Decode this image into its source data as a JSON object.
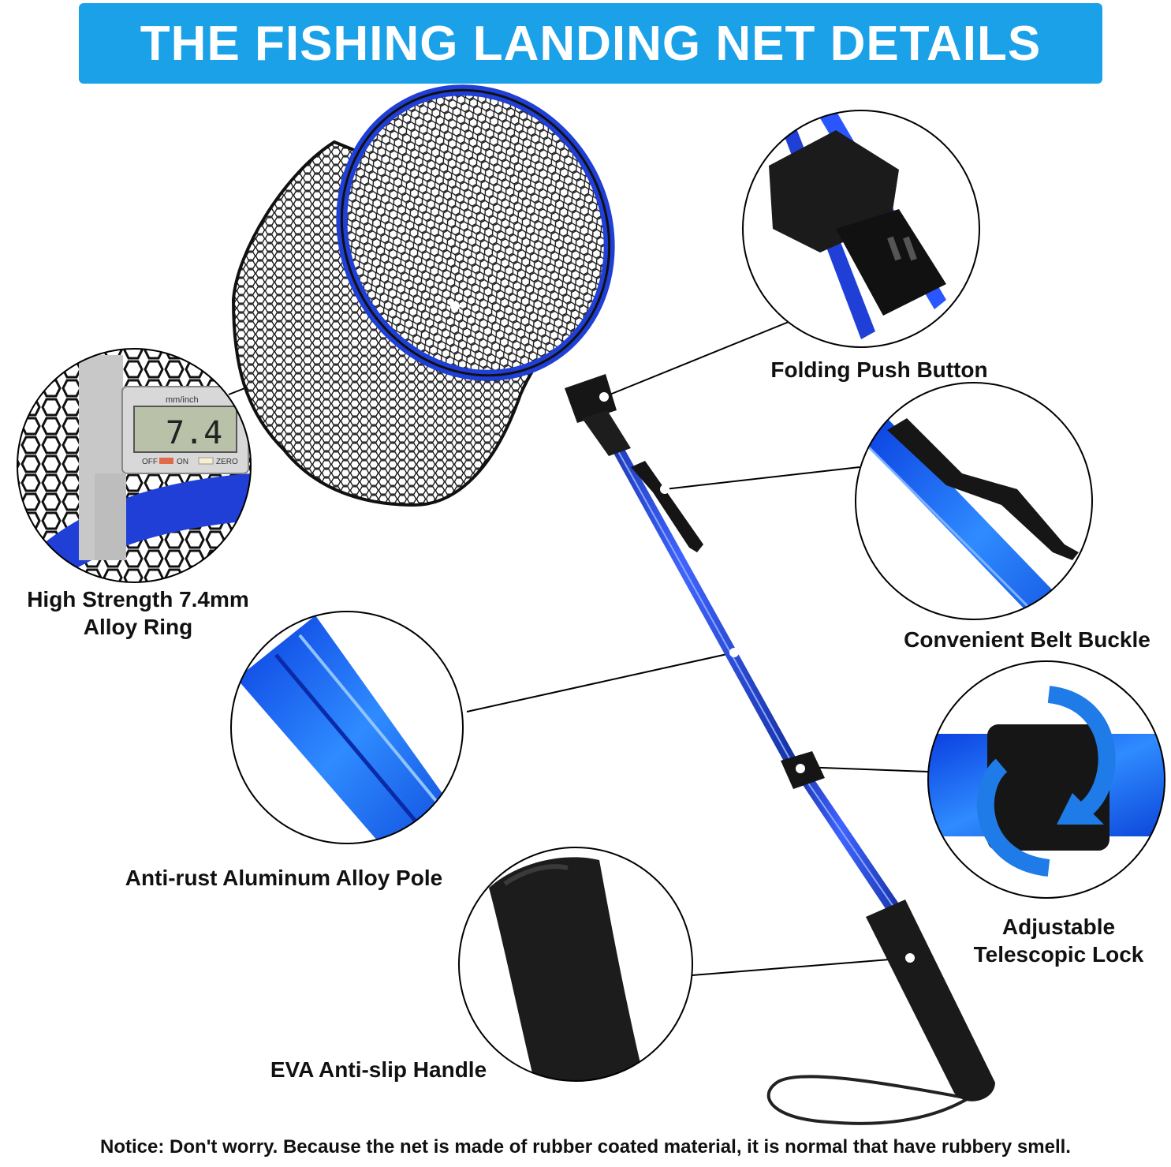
{
  "banner": {
    "title": "THE FISHING LANDING NET DETAILS",
    "background_color": "#1aa1e8",
    "text_color": "#ffffff"
  },
  "callouts": {
    "alloy_ring": {
      "line1": "High Strength 7.4mm",
      "line2": "Alloy Ring",
      "icon": "caliper-measurement-icon"
    },
    "caliper_display": {
      "reading": "7.4",
      "unit_label": "mm/inch",
      "off_label": "OFF",
      "on_label": "ON",
      "zero_label": "ZERO"
    },
    "push_button": {
      "label": "Folding Push Button",
      "icon": "folding-joint-icon"
    },
    "belt_buckle": {
      "label": "Convenient Belt Buckle",
      "icon": "belt-clip-icon"
    },
    "alloy_pole": {
      "label": "Anti-rust Aluminum Alloy Pole",
      "icon": "pole-closeup-icon"
    },
    "telescopic_lock": {
      "line1": "Adjustable",
      "line2": "Telescopic Lock",
      "icon": "rotate-lock-icon"
    },
    "handle": {
      "label": "EVA Anti-slip Handle",
      "icon": "foam-handle-icon"
    }
  },
  "notice": {
    "text": "Notice: Don't worry. Because the net is made of rubber coated material, it is normal that have rubbery smell."
  },
  "colors": {
    "pole_blue": "#1f3fd6",
    "pole_highlight": "#5b7cff",
    "foam_black": "#1a1a1a",
    "net_black": "#111111",
    "leader_line": "#000000"
  }
}
